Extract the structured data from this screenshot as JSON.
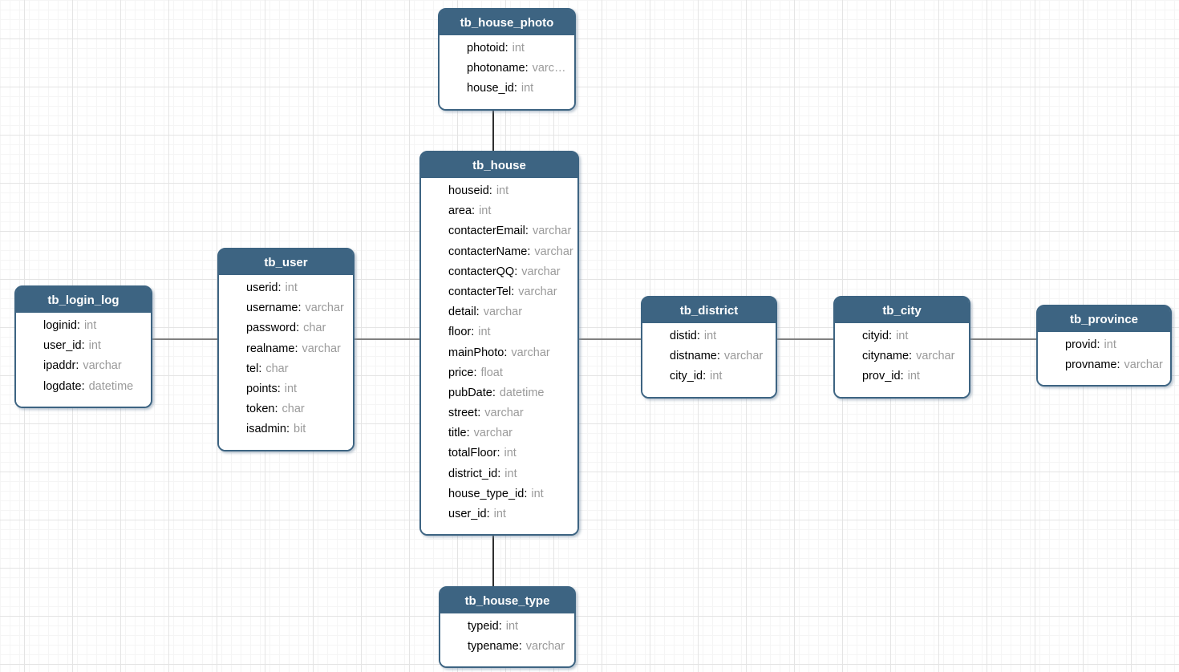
{
  "diagram": {
    "type": "entity-relationship",
    "colors": {
      "table_header_bg": "#3d6482",
      "table_border": "#3d6482",
      "table_body_bg": "#ffffff",
      "header_text": "#ffffff",
      "field_name_text": "#000000",
      "field_type_text": "#9a9a9a",
      "connector_horizontal": "#808080",
      "connector_vertical": "#2f2f2f",
      "grid_minor": "#f5f5f5",
      "grid_major": "#e4e4e4",
      "canvas_bg": "#ffffff"
    },
    "tables": [
      {
        "id": "tb_house_photo",
        "title": "tb_house_photo",
        "fields": [
          {
            "name": "photoid",
            "type": "int"
          },
          {
            "name": "photoname",
            "type": "varc…"
          },
          {
            "name": "house_id",
            "type": "int"
          }
        ]
      },
      {
        "id": "tb_house",
        "title": "tb_house",
        "fields": [
          {
            "name": "houseid",
            "type": "int"
          },
          {
            "name": "area",
            "type": "int"
          },
          {
            "name": "contacterEmail",
            "type": "varchar"
          },
          {
            "name": "contacterName",
            "type": "varchar"
          },
          {
            "name": "contacterQQ",
            "type": "varchar"
          },
          {
            "name": "contacterTel",
            "type": "varchar"
          },
          {
            "name": "detail",
            "type": "varchar"
          },
          {
            "name": "floor",
            "type": "int"
          },
          {
            "name": "mainPhoto",
            "type": "varchar"
          },
          {
            "name": "price",
            "type": "float"
          },
          {
            "name": "pubDate",
            "type": "datetime"
          },
          {
            "name": "street",
            "type": "varchar"
          },
          {
            "name": "title",
            "type": "varchar"
          },
          {
            "name": "totalFloor",
            "type": "int"
          },
          {
            "name": "district_id",
            "type": "int"
          },
          {
            "name": "house_type_id",
            "type": "int"
          },
          {
            "name": "user_id",
            "type": "int"
          }
        ]
      },
      {
        "id": "tb_user",
        "title": "tb_user",
        "fields": [
          {
            "name": "userid",
            "type": "int"
          },
          {
            "name": "username",
            "type": "varchar"
          },
          {
            "name": "password",
            "type": "char"
          },
          {
            "name": "realname",
            "type": "varchar"
          },
          {
            "name": "tel",
            "type": "char"
          },
          {
            "name": "points",
            "type": "int"
          },
          {
            "name": "token",
            "type": "char"
          },
          {
            "name": "isadmin",
            "type": "bit"
          }
        ]
      },
      {
        "id": "tb_login_log",
        "title": "tb_login_log",
        "fields": [
          {
            "name": "loginid",
            "type": "int"
          },
          {
            "name": "user_id",
            "type": "int"
          },
          {
            "name": "ipaddr",
            "type": "varchar"
          },
          {
            "name": "logdate",
            "type": "datetime"
          }
        ]
      },
      {
        "id": "tb_district",
        "title": "tb_district",
        "fields": [
          {
            "name": "distid",
            "type": "int"
          },
          {
            "name": "distname",
            "type": "varchar"
          },
          {
            "name": "city_id",
            "type": "int"
          }
        ]
      },
      {
        "id": "tb_city",
        "title": "tb_city",
        "fields": [
          {
            "name": "cityid",
            "type": "int"
          },
          {
            "name": "cityname",
            "type": "varchar"
          },
          {
            "name": "prov_id",
            "type": "int"
          }
        ]
      },
      {
        "id": "tb_province",
        "title": "tb_province",
        "fields": [
          {
            "name": "provid",
            "type": "int"
          },
          {
            "name": "provname",
            "type": "varchar"
          }
        ]
      },
      {
        "id": "tb_house_type",
        "title": "tb_house_type",
        "fields": [
          {
            "name": "typeid",
            "type": "int"
          },
          {
            "name": "typename",
            "type": "varchar"
          }
        ]
      }
    ],
    "connectors": [
      {
        "from": "tb_house_photo",
        "to": "tb_house",
        "orientation": "vertical"
      },
      {
        "from": "tb_house",
        "to": "tb_house_type",
        "orientation": "vertical"
      },
      {
        "from": "tb_login_log",
        "to": "tb_user",
        "orientation": "horizontal"
      },
      {
        "from": "tb_user",
        "to": "tb_house",
        "orientation": "horizontal"
      },
      {
        "from": "tb_house",
        "to": "tb_district",
        "orientation": "horizontal"
      },
      {
        "from": "tb_district",
        "to": "tb_city",
        "orientation": "horizontal"
      },
      {
        "from": "tb_city",
        "to": "tb_province",
        "orientation": "horizontal"
      }
    ]
  }
}
